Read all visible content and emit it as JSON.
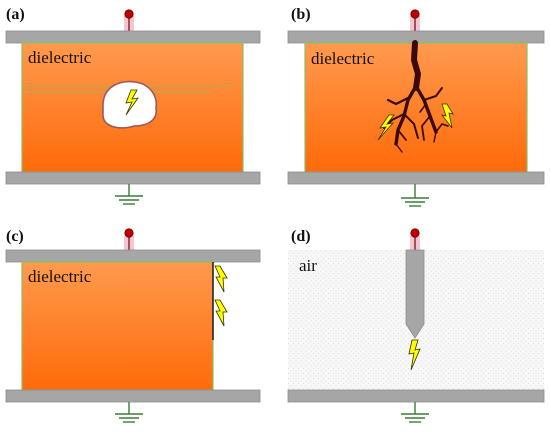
{
  "panels": [
    {
      "label": "(a)",
      "medium": "dielectric"
    },
    {
      "label": "(b)",
      "medium": "dielectric"
    },
    {
      "label": "(c)",
      "medium": "dielectric"
    },
    {
      "label": "(d)",
      "medium": "air"
    }
  ],
  "colors": {
    "electrode": "#a6a6a6",
    "electrode_edge": "#8c8c8c",
    "dielectric_top": "#ff9a4e",
    "dielectric_bottom": "#ff6a0a",
    "dielectric_edge": "#88c060",
    "air_fill": "#f6f6f6",
    "spark": "#ffff00",
    "spark_edge": "#333300",
    "tree": "#3a0a06",
    "terminal_dot": "#c00000",
    "terminal_base": "#f4c6d2",
    "ground": "#3c7a3c",
    "void_edge": "#9c5a5a"
  },
  "icons": [
    "high-voltage-terminal-icon",
    "ground-symbol-icon",
    "lightning-spark-icon",
    "electrical-tree-icon",
    "cavity-void-icon",
    "needle-electrode-icon"
  ]
}
